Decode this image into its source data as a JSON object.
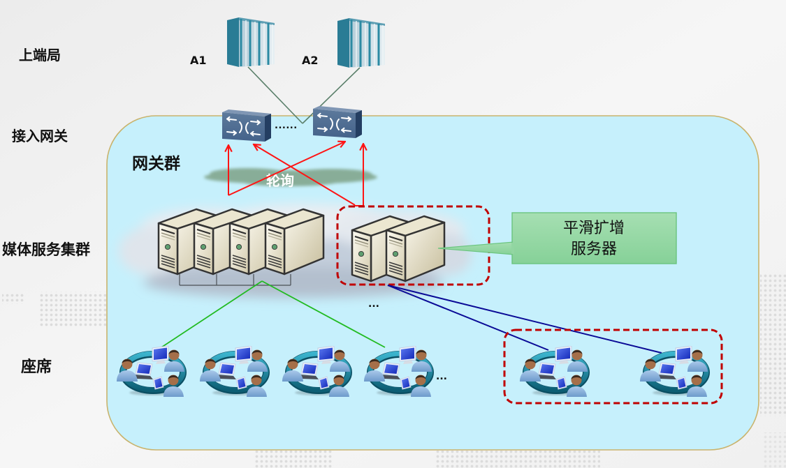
{
  "row_labels": {
    "upper_office": "上端局",
    "access_gateway": "接入网关",
    "media_cluster": "媒体服务集群",
    "seats": "座席"
  },
  "upper_office": {
    "nodes": [
      {
        "label": "A1",
        "icon": "server-rack-icon"
      },
      {
        "label": "A2",
        "icon": "server-rack-icon"
      }
    ]
  },
  "access_gateway": {
    "switch_icon": "network-switch-icon",
    "switch_count_shown": 2,
    "ellipsis": "......"
  },
  "gateway_group": {
    "title": "网关群",
    "polling_label": "轮询"
  },
  "media_cluster": {
    "server_icon": "server-tower-icon",
    "existing_server_count": 4,
    "expansion_server_count": 2,
    "ellipsis": "...",
    "callout": {
      "line1": "平滑扩增",
      "line2": "服务器"
    }
  },
  "seats": {
    "group_icon": "agent-group-icon",
    "existing_group_count": 4,
    "ellipsis": "...",
    "expansion_group_count": 2
  },
  "colors": {
    "background": "#f2f2f2",
    "region_fill": "#c6f0fc",
    "region_border": "#c9b36c",
    "polling_arrow": "#ff1414",
    "expansion_dashed_border": "#c00000",
    "existing_link": "#22bb22",
    "expansion_link": "#0a0a96",
    "uplink": "#5a7f6a",
    "callout_fill": "#94d8a4",
    "callout_border": "#6ac47e"
  }
}
